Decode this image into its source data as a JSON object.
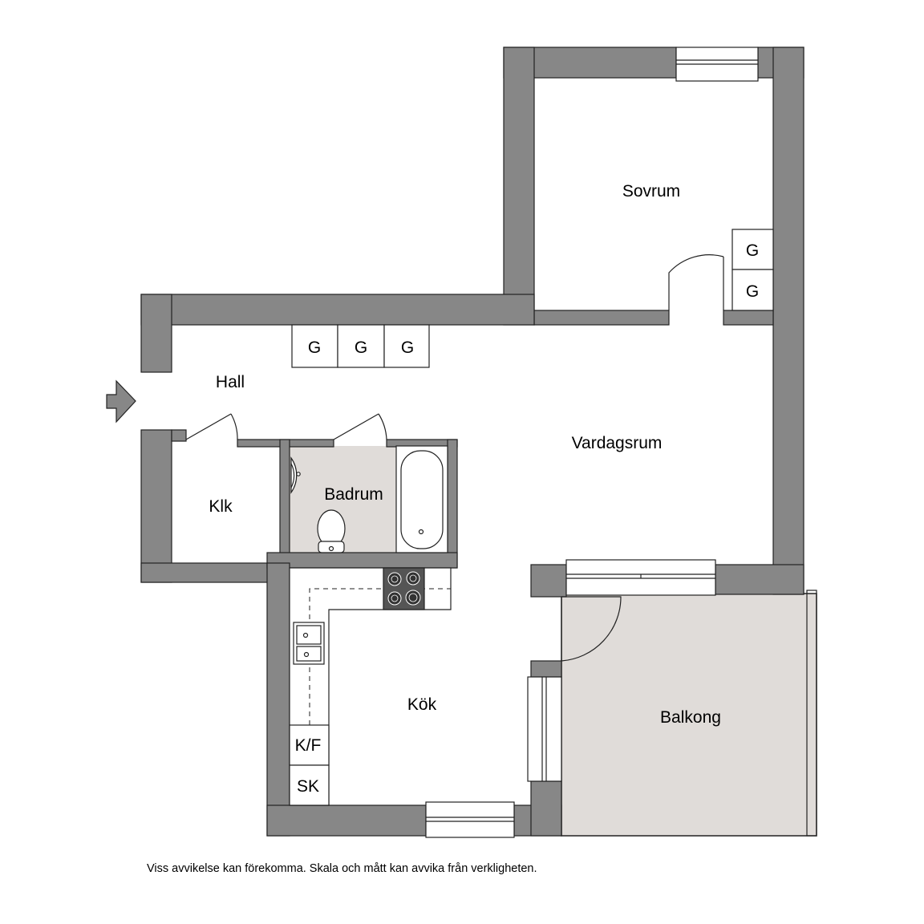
{
  "rooms": {
    "sovrum": "Sovrum",
    "hall": "Hall",
    "vardagsrum": "Vardagsrum",
    "klk": "Klk",
    "badrum": "Badrum",
    "kok": "Kök",
    "balkong": "Balkong"
  },
  "storage": {
    "label": "G",
    "kf": "K/F",
    "sk": "SK"
  },
  "disclaimer": "Viss avvikelse kan förekomma. Skala och mått kan avvika från verkligheten.",
  "colors": {
    "wall": "#878787",
    "wet_floor": "#e0dcd9",
    "line": "#222222"
  }
}
